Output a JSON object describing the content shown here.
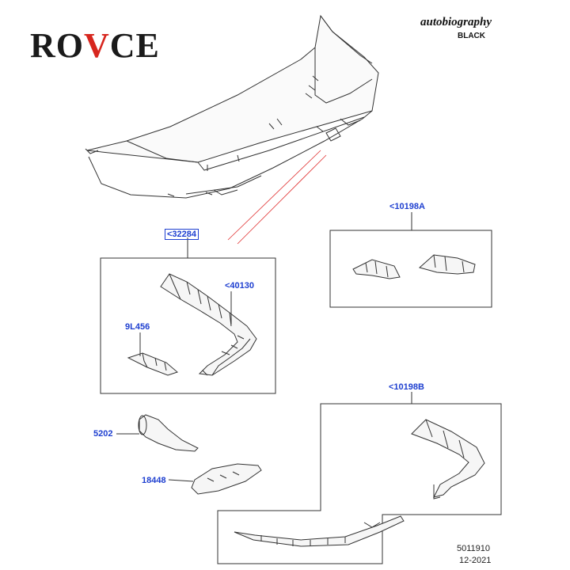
{
  "brand": {
    "logo_prefix": "RO",
    "logo_accent": "V",
    "logo_suffix": "CE"
  },
  "trim": {
    "name": "autobiography",
    "color": "BLACK"
  },
  "callouts": {
    "c22284": "<32284",
    "c40130": "<40130",
    "c9l456": "9L456",
    "c10198a": "<10198A",
    "c10198b": "<10198B",
    "c5202": "5202",
    "c18448": "18448"
  },
  "reference": {
    "code": "5011910",
    "date": "12-2021"
  },
  "colors": {
    "callout": "#1e3fd0",
    "leader_red": "#e03030",
    "logo_accent": "#d7261e",
    "line": "#333333"
  }
}
